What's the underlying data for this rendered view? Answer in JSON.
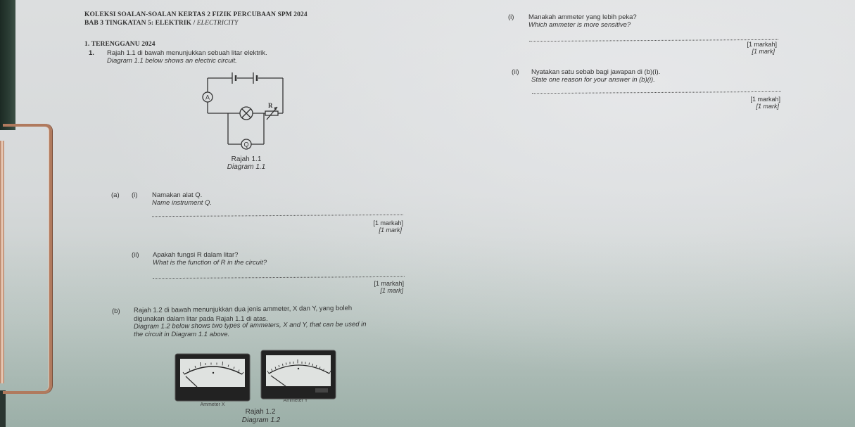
{
  "header": {
    "line1": "KOLEKSI SOALAN-SOALAN KERTAS 2 FIZIK PERCUBAAN SPM 2024",
    "line2_malay": "BAB 3 TINGKATAN 5: ELEKTRIK / ",
    "line2_english": "ELECTRICITY",
    "section": "1. TERENGGANU 2024"
  },
  "question": {
    "number": "1.",
    "intro_malay": "Rajah 1.1 di bawah menunjukkan sebuah litar elektrik.",
    "intro_english": "Diagram 1.1 below shows an electric circuit.",
    "diagram1": {
      "caption_malay": "Rajah 1.1",
      "caption_english": "Diagram 1.1",
      "labels": {
        "ammeter": "A",
        "rheostat": "R",
        "instrument": "Q"
      }
    },
    "part_a": {
      "label": "(a)",
      "i": {
        "label": "(i)",
        "malay": "Namakan alat Q.",
        "english": "Name instrument Q.",
        "mark_malay": "[1 markah]",
        "mark_english": "[1 mark]"
      },
      "ii": {
        "label": "(ii)",
        "malay": "Apakah fungsi R dalam litar?",
        "english": "What is the function of R in the circuit?",
        "mark_malay": "[1 markah]",
        "mark_english": "[1 mark]"
      }
    },
    "part_b": {
      "label": "(b)",
      "malay_line1": "Rajah 1.2 di bawah menunjukkan dua jenis ammeter, X dan Y, yang boleh",
      "malay_line2": "digunakan dalam litar pada Rajah 1.1 di atas.",
      "english_line1": "Diagram 1.2 below shows two types of ammeters, X and Y, that can be used in",
      "english_line2": "the circuit in Diagram 1.1 above.",
      "diagram2": {
        "meter_x_label": "Ammeter X",
        "meter_y_label": "Ammeter Y",
        "caption_malay": "Rajah 1.2",
        "caption_english": "Diagram 1.2"
      },
      "i": {
        "label": "(i)",
        "malay": "Manakah ammeter yang lebih peka?",
        "english": "Which ammeter is more sensitive?",
        "mark_malay": "[1 markah]",
        "mark_english": "[1 mark]"
      },
      "ii": {
        "label": "(ii)",
        "malay": "Nyatakan satu sebab bagi jawapan di (b)(i).",
        "english": "State one reason for your answer in (b)(i).",
        "mark_malay": "[1 markah]",
        "mark_english": "[1 mark]"
      }
    }
  },
  "colors": {
    "paper": "#d8dbdc",
    "ink": "#2b2b2b",
    "clip_copper": "#b07a5e",
    "binder": "#2c3e35"
  }
}
